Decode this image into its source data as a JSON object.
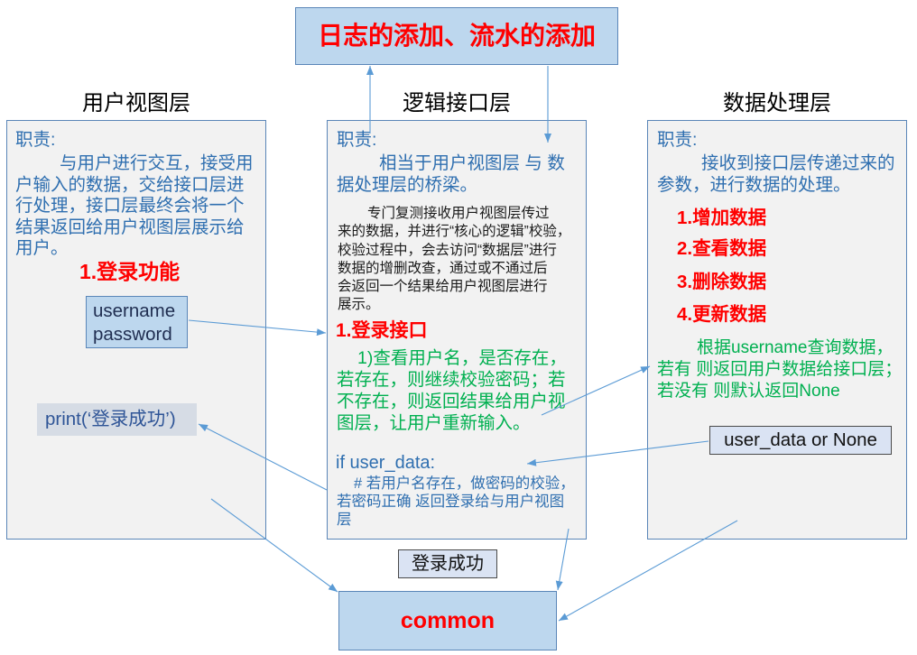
{
  "top_box": {
    "text": "日志的添加、流水的添加"
  },
  "view_layer": {
    "header": "用户视图层",
    "duty_label": "职责:",
    "duty_lines": [
      "与用户进行交互，接受用",
      "户输入的数据，交给接口层进",
      "行处理，接口层最终会将一个",
      "结果返回给用户视图层展示给",
      "用户。"
    ],
    "feature_title": "1.登录功能",
    "input_box_lines": [
      "username",
      "password"
    ],
    "print_box": "print(‘登录成功’)"
  },
  "interface_layer": {
    "header": "逻辑接口层",
    "duty_label": "职责:",
    "duty_lines": [
      "相当于用户视图层 与 数",
      "据处理层的桥梁。"
    ],
    "detail_lines": [
      "专门复测接收用户视图层传过",
      "来的数据，并进行“核心的逻辑”校验，",
      "校验过程中，会去访问“数据层”进行",
      "数据的增删改查，通过或不通过后",
      "会返回一个结果给用户视图层进行",
      "展示。"
    ],
    "feature_title": "1.登录接口",
    "step_lines": [
      "1)查看用户名，是否存在，",
      "若存在，则继续校验密码；若",
      "不存在，则返回结果给用户视",
      "图层，让用户重新输入。"
    ],
    "code_line": "if user_data:",
    "comment_lines": [
      "# 若用户名存在，做密码的校验，",
      "若密码正确 返回登录给与用户视图",
      "层"
    ]
  },
  "data_layer": {
    "header": "数据处理层",
    "duty_label": "职责:",
    "duty_lines": [
      "接收到接口层传递过来的",
      "参数，进行数据的处理。"
    ],
    "operations": [
      "1.增加数据",
      "2.查看数据",
      "3.删除数据",
      "4.更新数据"
    ],
    "query_lines": [
      "根据username查询数据，",
      "若有 则返回用户数据给接口层；",
      "若没有 则默认返回None"
    ],
    "return_box": "user_data or None"
  },
  "login_success_box": "登录成功",
  "common_box": "common",
  "colors": {
    "blue_text": "#2f6fb0",
    "green_text": "#00b050",
    "red_text": "#ff0000",
    "panel_fill": "#f2f2f2",
    "panel_border": "#5a86b8",
    "box_fill": "#bdd7ee",
    "light_box_fill": "#dae3f3",
    "print_box_fill": "#d6dce5",
    "arrow": "#5b9bd5"
  }
}
